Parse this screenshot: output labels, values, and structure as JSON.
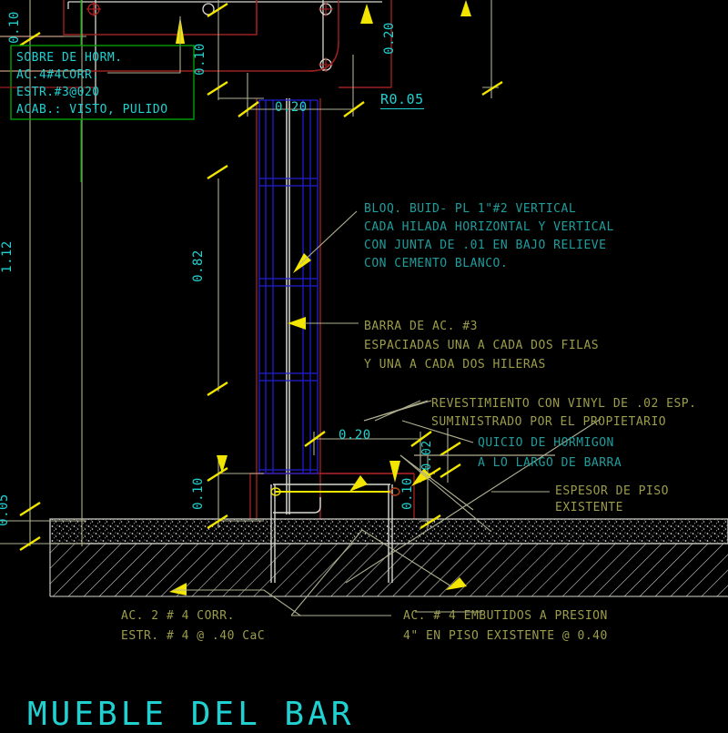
{
  "drawing": {
    "title": "MUEBLE DEL BAR",
    "background_color": "#000000",
    "colors": {
      "cyan": "#21d1d1",
      "green": "#00a000",
      "red": "#9c2020",
      "blue": "#1414c8",
      "white": "#d8d8d0",
      "olive": "#9c9c4a",
      "yellow": "#f2e600",
      "dim_line": "#b0b090"
    }
  },
  "notes": {
    "spec_box": {
      "line1": "SOBRE DE HORM.",
      "line2": "AC.4#4CORR.",
      "line3": "ESTR.#3@020",
      "line4": "ACAB.: VISTO, PULIDO"
    },
    "block_note": {
      "line1": "BLOQ. BUID- PL 1\"#2 VERTICAL",
      "line2": "CADA HILADA HORIZONTAL Y VERTICAL",
      "line3": "CON JUNTA DE .01 EN BAJO RELIEVE",
      "line4": "CON CEMENTO BLANCO."
    },
    "rebar_note": {
      "line1": "BARRA DE AC. #3",
      "line2": "ESPACIADAS UNA A CADA DOS FILAS",
      "line3": "Y UNA A CADA DOS HILERAS"
    },
    "vinyl_note": {
      "line1": "REVESTIMIENTO CON VINYL DE .02 ESP.",
      "line2": "SUMINISTRADO POR EL PROPIETARIO"
    },
    "curb_note": {
      "line1": "QUICIO DE HORMIGON",
      "line2": "A LO LARGO DE BARRA"
    },
    "floor_note": {
      "line1": "ESPESOR DE PISO",
      "line2": "EXISTENTE"
    },
    "footing_note": {
      "line1": "AC. 2 # 4 CORR.",
      "line2": "ESTR. # 4 @ .40 CaC"
    },
    "dowel_note": {
      "line1": "AC. # 4 EMBUTIDOS A PRESION",
      "line2": "4\" EN PISO EXISTENTE @ 0.40"
    }
  },
  "dimensions": {
    "top_left_v": "0.10",
    "left_total_v": "1.12",
    "left_base_v": "0.05",
    "col_top_v": "0.10",
    "col_mid_v": "0.82",
    "col_base_v": "0.10",
    "counter_depth_v": "0.20",
    "counter_width_h": "0.20",
    "radius": "R0.05",
    "base_width_h": "0.20",
    "vinyl_thk_v": "0.02",
    "curb_h_v": "0.10"
  }
}
